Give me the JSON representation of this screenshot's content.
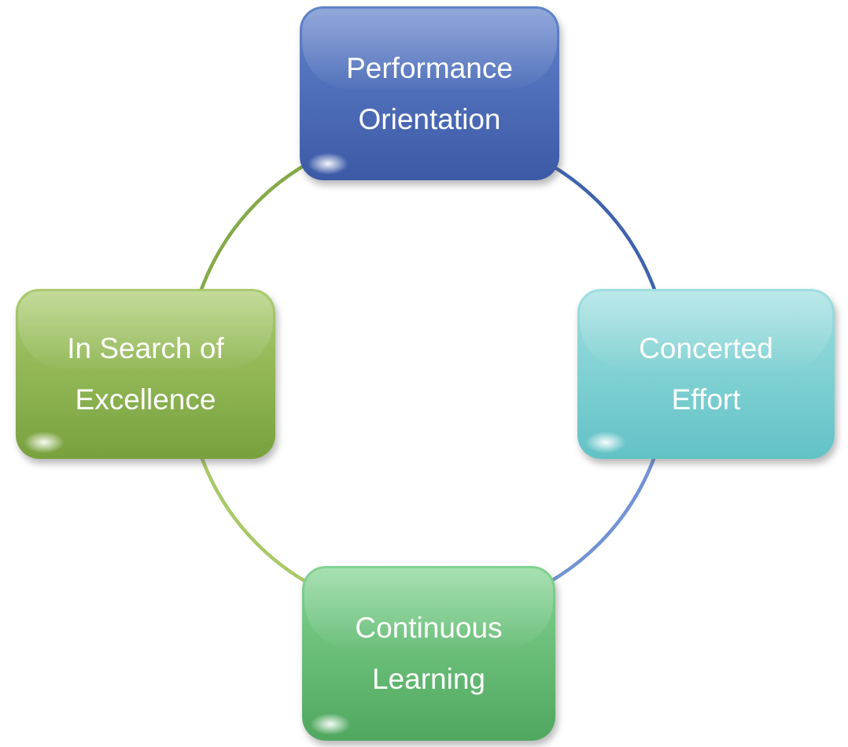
{
  "diagram": {
    "type": "cycle",
    "background": "#ffffff",
    "nodes": [
      {
        "id": "performance-orientation",
        "position": "top",
        "lines": [
          "Performance",
          "Orientation"
        ],
        "fill_top": "#6283cb",
        "fill_bottom": "#3c59a6",
        "text_color": "#ffffff"
      },
      {
        "id": "concerted-effort",
        "position": "right",
        "lines": [
          "Concerted",
          "Effort"
        ],
        "fill_top": "#9fdfe0",
        "fill_bottom": "#62c2c6",
        "text_color": "#ffffff"
      },
      {
        "id": "continuous-learning",
        "position": "bottom",
        "lines": [
          "Continuous",
          "Learning"
        ],
        "fill_top": "#82d391",
        "fill_bottom": "#50a75f",
        "text_color": "#ffffff"
      },
      {
        "id": "in-search-of-excellence",
        "position": "left",
        "lines": [
          "In Search of",
          "Excellence"
        ],
        "fill_top": "#aacb6e",
        "fill_bottom": "#78a13e",
        "text_color": "#ffffff"
      }
    ],
    "arcs": [
      {
        "id": "arc-left-to-top",
        "color": "#84aa48"
      },
      {
        "id": "arc-top-to-right",
        "color": "#3f63ae"
      },
      {
        "id": "arc-right-to-bottom",
        "color": "#7193d3"
      },
      {
        "id": "arc-bottom-to-left",
        "color": "#a8c966"
      }
    ]
  }
}
